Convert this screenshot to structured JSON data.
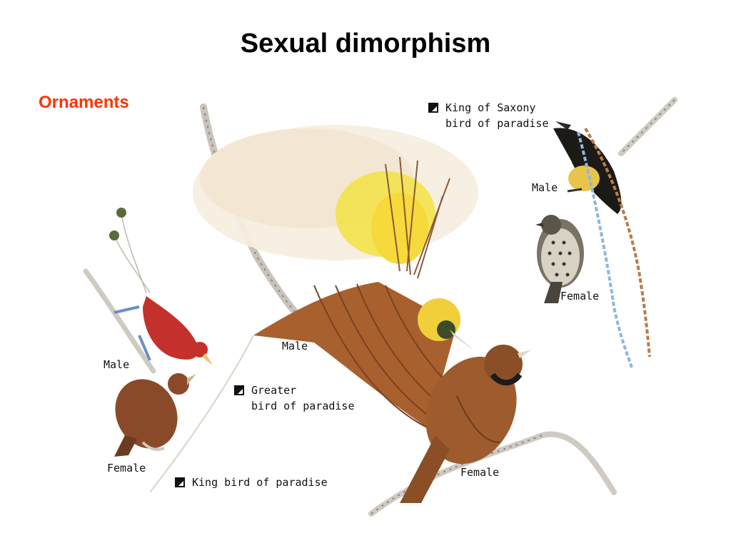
{
  "slide": {
    "title": "Sexual dimorphism",
    "subtitle": "Ornaments"
  },
  "species": {
    "king_of_saxony": {
      "name_line1": "King of Saxony",
      "name_line2": "bird of paradise",
      "male_label": "Male",
      "female_label": "Female"
    },
    "greater": {
      "name_line1": "Greater",
      "name_line2": "bird of paradise",
      "male_label": "Male",
      "female_label": "Female"
    },
    "king": {
      "name": "King bird of paradise",
      "male_label": "Male",
      "female_label": "Female"
    }
  },
  "colors": {
    "subtitle": "#ff3300",
    "king_male": "#c4302b",
    "greater_brown": "#a8602f",
    "greater_plume": "#f5e6c8",
    "greater_yellow": "#f3e24a",
    "saxony_blue": "#8fb7d9"
  },
  "icons": {
    "species_key": "half-filled-square-icon"
  }
}
